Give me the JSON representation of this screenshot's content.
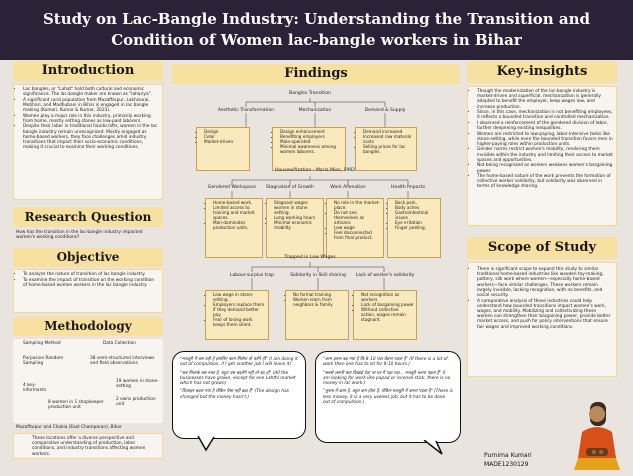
{
  "title": {
    "line1": "Study on Lac-Bangle Industry: Understanding the Transition and",
    "line2": "Condition of  Women lac-bangle workers in Bihar"
  },
  "introduction": {
    "heading": "Introduction",
    "bullets": [
      "Lac bangles, or \"Lahat\" hold both cultural and economic significance. The lac-bangle maker are known as \"lahariya\".",
      "A significant rural population from Muzaffarpur, Lakhisarai, Motihari, and Madhubani in Bihar is engaged in lac bangle making (Kumari, Kumar & Kumar, 2023).",
      "Women play a major role in this industry, primarily working from home, mostly setting stones as low-paid laborers.",
      "Despite their labor in traditional handicrafts, women in the lac bangle industry remain unrecognized. Mostly engaged as home-based workers, they face challenges amid industry transitions that impact their socio-economic conditions, making it crucial to examine their working conditions."
    ]
  },
  "research_question": {
    "heading": "Research Question",
    "text": "How has the transition in the lac-bangle industry impacted women's working conditions?"
  },
  "objective": {
    "heading": "Objective",
    "bullets": [
      "To analyze the nature of transition of lac bangle industry.",
      "To examine the impact of transition on the working condition of home-based women workers in the lac bangle industry"
    ]
  },
  "methodology": {
    "heading": "Methodology",
    "sampling_method": "Sampling Method",
    "data_collection": "Data Collection",
    "purposive": "Purposive Random Sampling",
    "interviews": "38 semi-structured interviews and field observations",
    "key_informants": "4 key-informants",
    "women_stone": "19 women in stone-setting",
    "women_shop": "8 women in 1 shopkeeper production unit",
    "units": "2 owns production unit",
    "location": "Muzaffarpur and Chakia (East Champaran), Bihar",
    "location_desc": "These locations offer a diverse perspective and comparative understanding of production, labor conditions, and industry transitions affecting women workers."
  },
  "findings": {
    "heading": "Findings",
    "bangles_transition": "Bangles Transition",
    "cat_aesthetic": "Aesthetic Transformation",
    "cat_mechanization": "Mechanization",
    "cat_demand": "Demand & Supply",
    "aesthetic_items": [
      "Design",
      "Color",
      "Market-driven"
    ],
    "mechanization_items": [
      "Design enhancement",
      "Benefiting employers",
      "Male-operated",
      "Minimal awareness among women laborers."
    ],
    "demand_items": [
      "Demand increased",
      "Increased raw material costs",
      "Selling prices for lac bangles."
    ],
    "housewifization": "Housewifization - Maria Mies, 1982",
    "cat_gendered": "Gendered Workspace",
    "cat_stagnation": "Stagnation of Growth",
    "cat_alienation": "Work Alienation",
    "cat_health": "Health Impacts",
    "gendered_items": [
      "Home-based work.",
      "Limited access to training and market spaces.",
      "Man-dominates production units."
    ],
    "stagnation_items": [
      "Stagnant wages women in stone setting.",
      "Long working hours",
      "Minimal economic mobility"
    ],
    "alienation_items": [
      "No role in the market-place.",
      "Do not see themselves as artisans",
      "Low wage",
      "Feel disconnected from final product."
    ],
    "health_items": [
      "Back pain,",
      "Body aches",
      "Gastrointestinal issues",
      "Eye irritation",
      "Finger peeling,"
    ],
    "trapped": "Trapped in Low Wages",
    "cat_labour": "Labour-surplus trap",
    "cat_solidarity": "Solidarity in Skill sharing",
    "cat_lack": "Lack of worker's solidarity",
    "labour_items": [
      "Low wage in stone-setting.",
      "Employers replace them if they demand better pay.",
      "Fear of losing work keeps them silent."
    ],
    "solidarity_items": [
      "No formal training",
      "Women learn from neighbors & family"
    ],
    "lack_items": [
      "Not recognition as workers",
      "Lack of  bargaining power",
      "Without collective action, wages remain stagnant."
    ]
  },
  "key_insights": {
    "heading": "Key-insights",
    "bullets": [
      "Though the modernization of the lac-bangle industry is market-driven and superficial, mechanization is generally adopted to benefit the employer, keep wages low, and increase production.",
      "Since, in this case, mechanization is not benefiting employees, it reflects a bounded transition and controlled mechanization.",
      "I observed a reinforcement of the gendered division of labor, further deepening existing inequalities.",
      "Women are restricted to low-paying, labor-intensive tasks like stone-setting, while even the bounded transition favors men in higher-paying roles within production units.",
      "Gender norms restrict women's mobility, rendering them invisible within the industry and limiting their access to market spaces and opportunities.",
      "Not being recognized as workers weakens women's bargaining power.",
      "The home-based nature of the work prevents the formation of collective worker solidarity, but solidarity was observed in terms of knowledge sharing."
    ]
  },
  "scope": {
    "heading": "Scope of Study",
    "bullets": [
      "There is significant scope to expand this study to similar traditional home-based industries like wooden toy-making, pottery, silk work where women—especially home-based workers—face similar challenges. These workers remain largely invisible, lacking recognition, with no benefits, and social security.",
      "A comparative analysis of these industries could help understand how bounded transitions impact women's work, wages, and mobility. Mobilizing and collectivizing these women can strengthen their bargaining power, provide better market access, and push for policy interventions that ensure fair wages and improved working conditions."
    ]
  },
  "quotes_left": [
    "\"मजदूरी में बस यही है इसलिए काम मिलेगा तो करेंगे ही\" (I am doing it out of compulsion, if I get another job I will leave it)",
    "\"सब मिलाके बस रुका है, बहुत उस बदलेंगे नहीं तो बंद हो\" (All the businesses have grown, except for one Lahthi market which has not grown)",
    "\"डिज़ाइन बदल गया है लेकिन पैसा नहीं बढ़ा है\" (The design has changed but the money hasn't.)"
  ],
  "quotes_right": [
    "\"काम इतना बढ़ गया है कि 8-10 घंटा बैठना पड़ता है\" (If there is a lot of work then one has to sit for 8-10 hours.)",
    "\"सबसे ज़रूरी बात दिखाई देता था घर में पड़ा-पड़ा... मजदूरी करना पड़ता है\" (I am looking for work like papad or incense stick, there is no money in lac work.)",
    "\"चुनाव में काम है, बहुत कम होता है, लेकिन मजबूरी में करना पड़ता है\" (There is less money, it is a very useless job, but it has to be done out of compulsion.)"
  ],
  "author": {
    "name": "Purnima Kumari",
    "id": "MADE1230129"
  }
}
